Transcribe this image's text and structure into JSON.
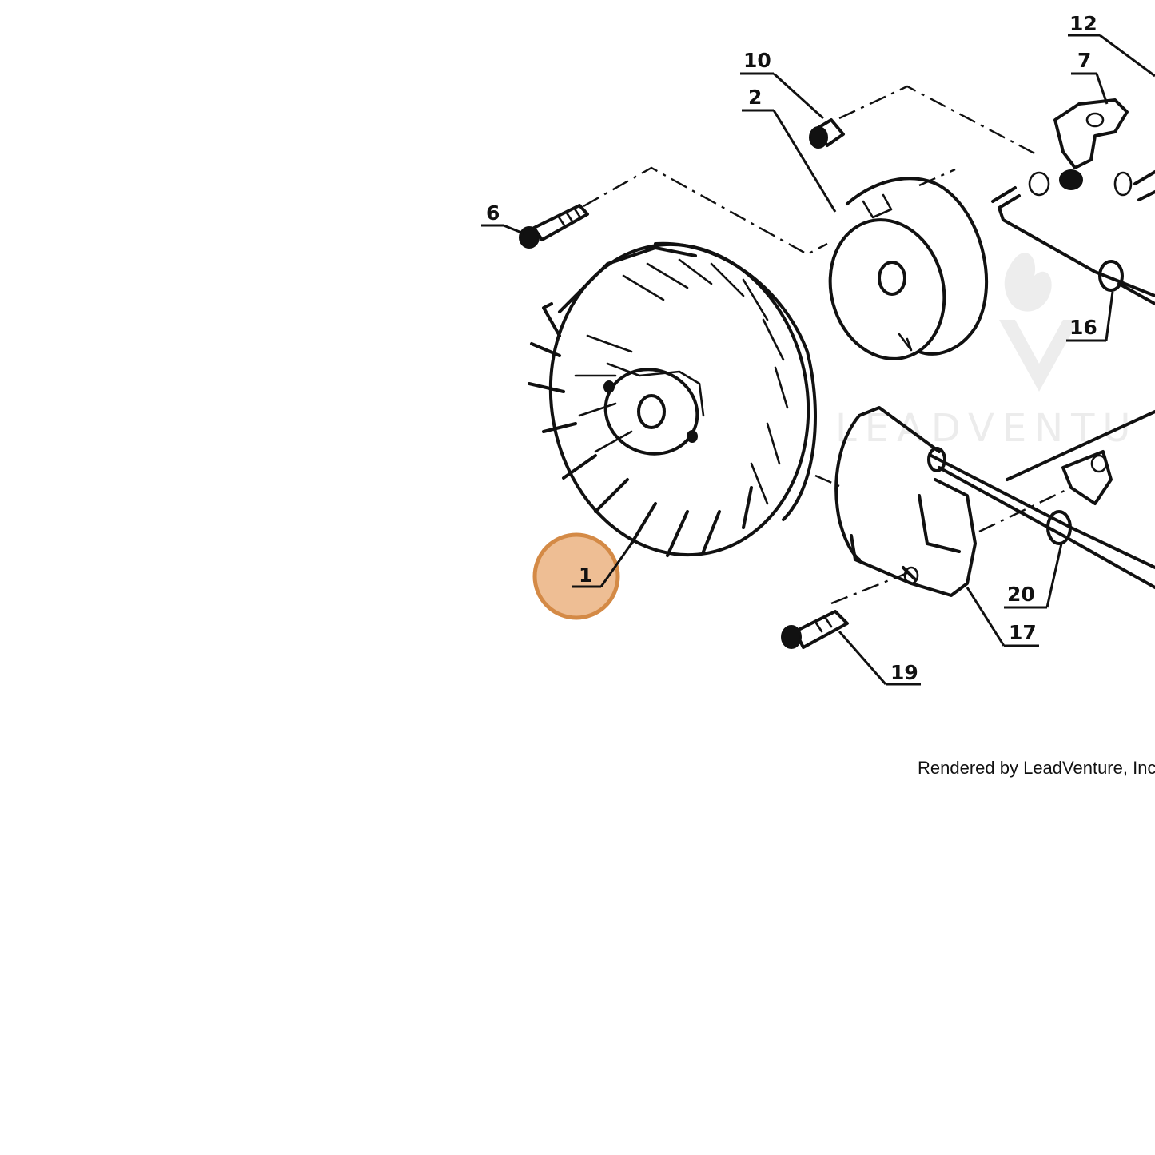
{
  "diagram": {
    "callouts": [
      {
        "label": "12"
      },
      {
        "label": "7"
      },
      {
        "label": "10"
      },
      {
        "label": "2"
      },
      {
        "label": "6"
      },
      {
        "label": "16"
      },
      {
        "label": "1"
      },
      {
        "label": "20"
      },
      {
        "label": "17"
      },
      {
        "label": "19"
      }
    ],
    "selected_callout": "1",
    "highlight_color": "#e8a870",
    "highlight_border": "#d48a46",
    "watermark": "LEADVENTU",
    "credit": "Rendered by LeadVenture, Inc."
  }
}
